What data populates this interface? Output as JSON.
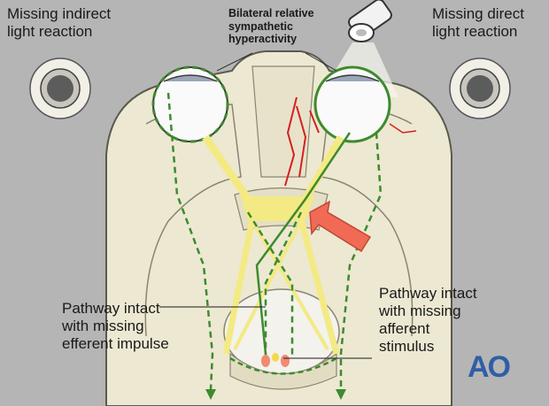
{
  "labels": {
    "missing_indirect": "Missing indirect\nlight reaction",
    "missing_direct": "Missing direct\nlight reaction",
    "sympathetic": "Bilateral relative\nsympathetic\nhyperactivity",
    "pathway_efferent": "Pathway intact\nwith missing\nefferent impulse",
    "pathway_afferent": "Pathway intact\nwith missing\nafferent\nstimulus"
  },
  "logo": "AO",
  "colors": {
    "background": "#b5b5b5",
    "skull": "#ede8d2",
    "nerve_yellow": "#f3ea84",
    "pathway_green": "#3d8b2e",
    "arrow_red": "#f06a55",
    "fracture_red": "#d42020",
    "logo_blue": "#2f5ea8"
  },
  "icons": [
    "pupil-left-icon",
    "pupil-right-icon",
    "flashlight-icon",
    "injury-arrow-icon"
  ]
}
